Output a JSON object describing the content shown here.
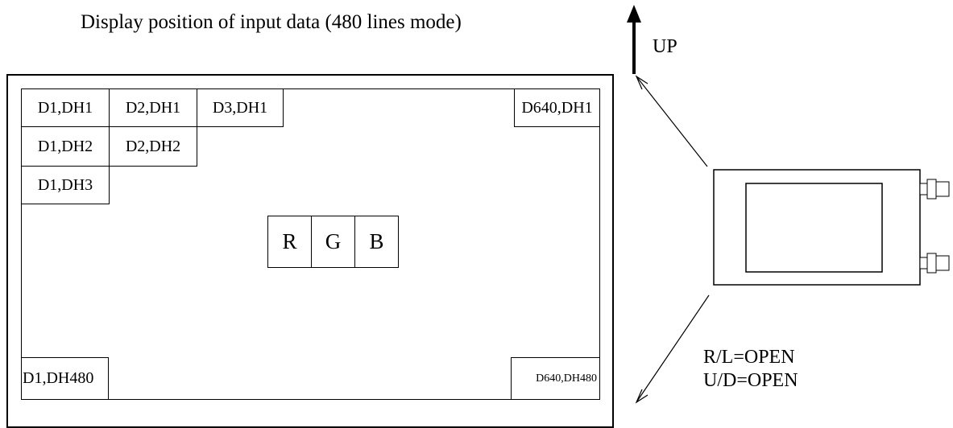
{
  "title": "Display position of input data (480 lines mode)",
  "up_label": "UP",
  "cells": {
    "d1_dh1": "D1,DH1",
    "d2_dh1": "D2,DH1",
    "d3_dh1": "D3,DH1",
    "d640_dh1": "D640,DH1",
    "d1_dh2": "D1,DH2",
    "d2_dh2": "D2,DH2",
    "d1_dh3": "D1,DH3",
    "d1_dh480": "D1,DH480",
    "d640_dh480": "D640,DH480"
  },
  "pixel": {
    "r": "R",
    "g": "G",
    "b": "B"
  },
  "modes": {
    "rl": "R/L=OPEN",
    "ud": "U/D=OPEN"
  }
}
